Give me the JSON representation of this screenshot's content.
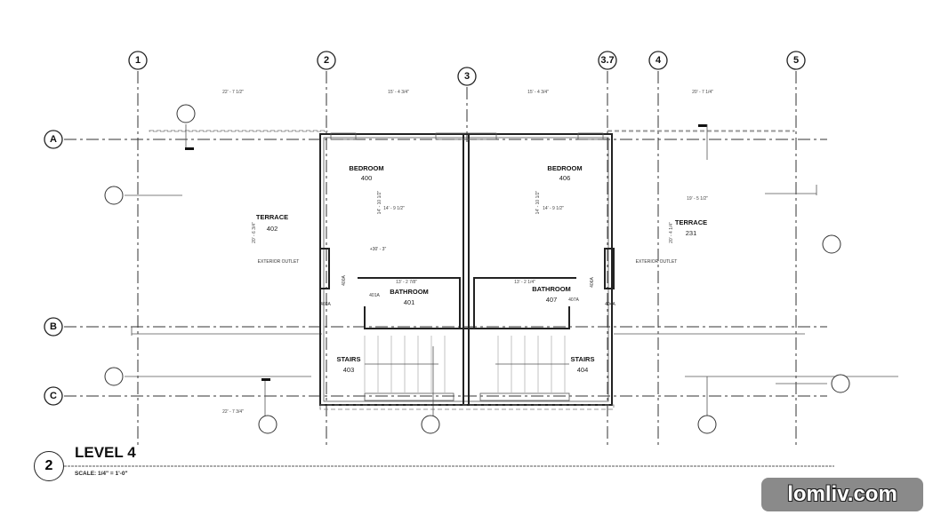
{
  "grid": {
    "columns": [
      "1",
      "2",
      "3",
      "3.7",
      "4",
      "5"
    ],
    "rows": [
      "A",
      "B",
      "C"
    ]
  },
  "dimensions": {
    "top": [
      "22' - 7 1/2\"",
      "15' - 4 3/4\"",
      "15' - 4 3/4\"",
      "20' - 7 1/4\""
    ],
    "bottom": "22' - 7 3/4\"",
    "bedroom_400_a": "14' - 10 1/2\"",
    "bedroom_400_b": "14' - 9 1/2\"",
    "bedroom_406_a": "14' - 10 1/2\"",
    "bedroom_406_b": "14' - 9 1/2\"",
    "bath_401": "13' - 2 7/8\"",
    "bath_407": "13' - 2 1/4\"",
    "terrace_402": "20' - 6 3/4\"",
    "terrace_231": "20' - 4 1/4\"",
    "terrace_231_b": "19' - 5 1/2\""
  },
  "rooms": [
    {
      "name": "BEDROOM",
      "number": "400"
    },
    {
      "name": "BEDROOM",
      "number": "406"
    },
    {
      "name": "TERRACE",
      "number": "402"
    },
    {
      "name": "TERRACE",
      "number": "231"
    },
    {
      "name": "BATHROOM",
      "number": "401"
    },
    {
      "name": "BATHROOM",
      "number": "407"
    },
    {
      "name": "STAIRS",
      "number": "403"
    },
    {
      "name": "STAIRS",
      "number": "404"
    }
  ],
  "notes": {
    "exterior_outlet": "EXTERIOR OUTLET",
    "elevation": "+30' - 3\"",
    "door_400a": "400A",
    "door_401a": "401A",
    "door_406a": "406A",
    "door_407a": "407A",
    "door_404a": "404A",
    "door_403a": "403A"
  },
  "view": {
    "number": "2",
    "title": "LEVEL 4",
    "scale": "SCALE:  1/4\" = 1'-0\""
  },
  "watermark": "lomliv.com"
}
